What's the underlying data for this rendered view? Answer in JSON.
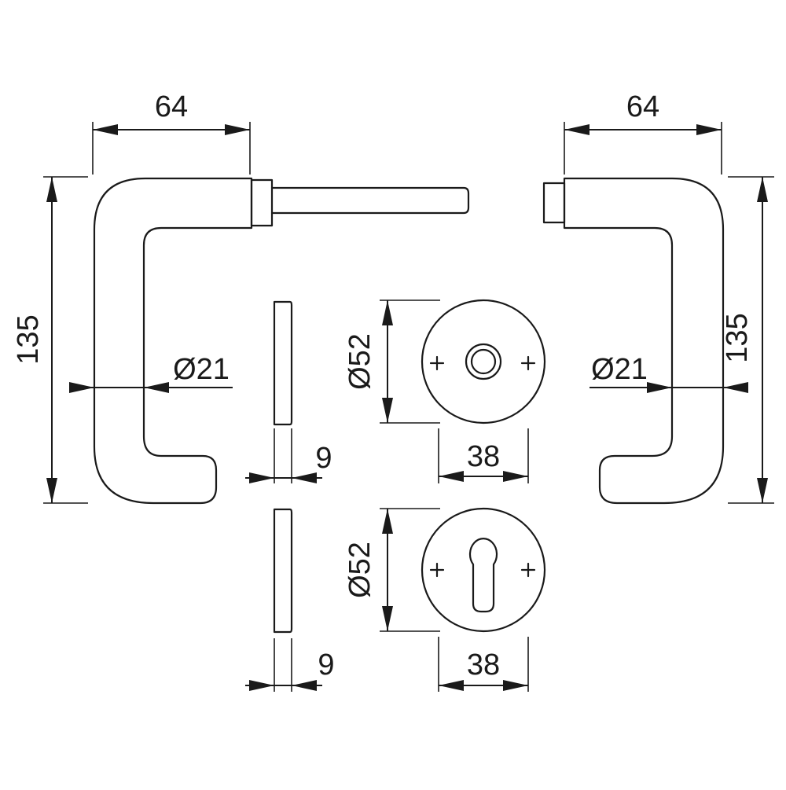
{
  "drawing": {
    "left_handle": {
      "width_label": "64",
      "height_label": "135",
      "diameter_label": "Ø21"
    },
    "right_handle": {
      "width_label": "64",
      "height_label": "135",
      "diameter_label": "Ø21"
    },
    "handle_rose": {
      "diameter_label": "Ø52",
      "width_label": "38",
      "thickness_label": "9"
    },
    "key_rose": {
      "diameter_label": "Ø52",
      "width_label": "38",
      "thickness_label": "9"
    }
  },
  "colors": {
    "line": "#1a1a1a",
    "background": "#ffffff"
  }
}
